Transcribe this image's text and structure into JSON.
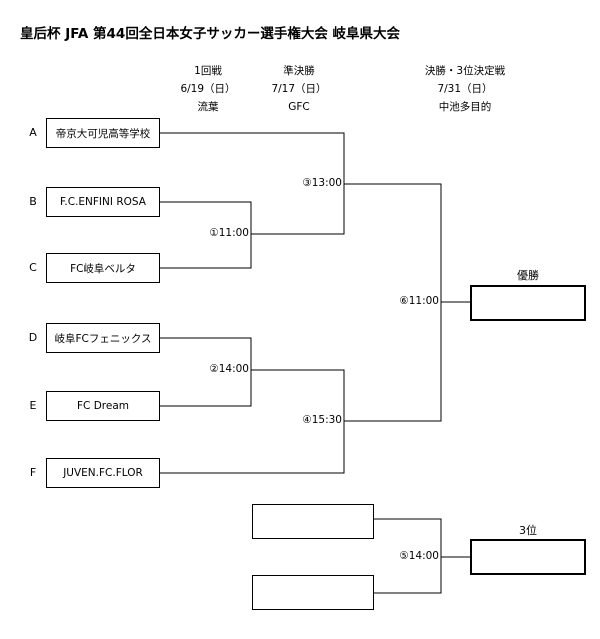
{
  "title": "皇后杯 JFA 第44回全日本女子サッカー選手権大会 岐阜県大会",
  "rounds": [
    {
      "name": "1回戦",
      "date": "6/19（日）",
      "venue": "流葉"
    },
    {
      "name": "準決勝",
      "date": "7/17（日）",
      "venue": "GFC"
    },
    {
      "name": "決勝・3位決定戦",
      "date": "7/31（日）",
      "venue": "中池多目的"
    }
  ],
  "teams": [
    {
      "letter": "A",
      "name": "帝京大可児高等学校"
    },
    {
      "letter": "B",
      "name": "F.C.ENFINI ROSA"
    },
    {
      "letter": "C",
      "name": "FC岐阜ベルタ"
    },
    {
      "letter": "D",
      "name": "岐阜FCフェニックス"
    },
    {
      "letter": "E",
      "name": "FC Dream"
    },
    {
      "letter": "F",
      "name": "JUVEN.FC.FLOR"
    }
  ],
  "matches": {
    "m1": "①11:00",
    "m2": "②14:00",
    "m3": "③13:00",
    "m4": "④15:30",
    "m5": "⑤14:00",
    "m6": "⑥11:00"
  },
  "results": {
    "champion_label": "優勝",
    "third_label": "3位"
  }
}
